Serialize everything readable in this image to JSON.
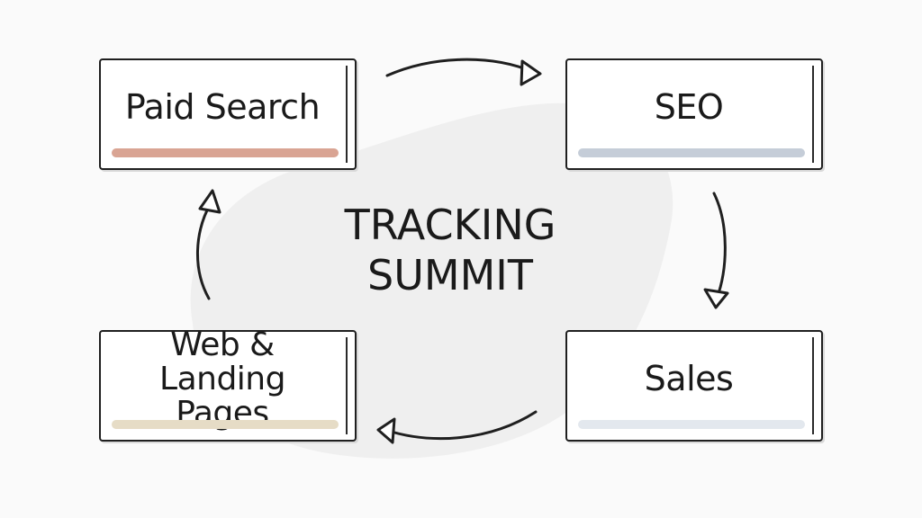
{
  "title": {
    "line1": "TRACKING",
    "line2": "SUMMIT"
  },
  "nodes": [
    {
      "id": "paid-search",
      "label": "Paid Search",
      "underline_color": "#d9a493"
    },
    {
      "id": "seo",
      "label": "SEO",
      "underline_color": "#c5cdd8"
    },
    {
      "id": "sales",
      "label": "Sales",
      "underline_color": "#e3e8ee"
    },
    {
      "id": "web-landing",
      "label": "Web & Landing Pages",
      "underline_color": "#e6dcc6"
    }
  ],
  "edges": [
    {
      "from": "paid-search",
      "to": "seo"
    },
    {
      "from": "seo",
      "to": "sales"
    },
    {
      "from": "sales",
      "to": "web-landing"
    },
    {
      "from": "web-landing",
      "to": "paid-search"
    }
  ],
  "colors": {
    "background": "#fafafa",
    "blob": "#efefef",
    "ink": "#1f1f1f"
  }
}
